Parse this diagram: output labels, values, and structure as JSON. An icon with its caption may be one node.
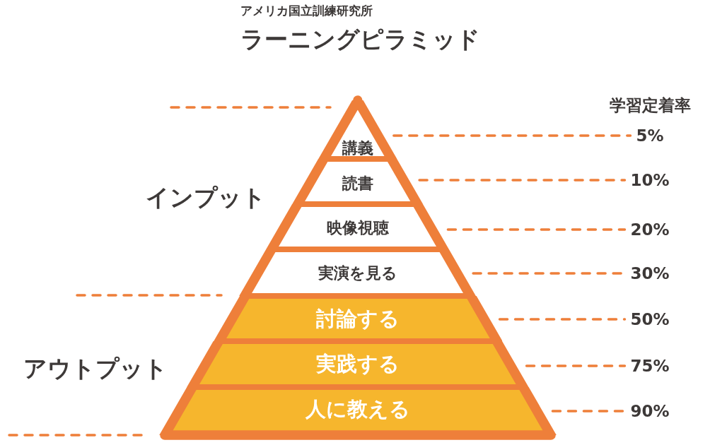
{
  "diagram": {
    "title": "ラーニングピラミッド",
    "nodes": [
      {
        "text": [
          "講義"
        ]
      },
      {
        "text": [
          "読書"
        ]
      },
      {
        "text": [
          "映像視聴"
        ]
      },
      {
        "text": [
          "実演を見る"
        ]
      },
      {
        "text": [
          "討論する"
        ]
      },
      {
        "text": [
          "実践する"
        ]
      },
      {
        "text": [
          "人に教える"
        ]
      },
      {
        "text": [
          "5%"
        ]
      },
      {
        "text": [
          "10%"
        ]
      },
      {
        "text": [
          "20%"
        ]
      },
      {
        "text": [
          "30%"
        ]
      },
      {
        "text": [
          "50%"
        ]
      },
      {
        "text": [
          "75%"
        ]
      },
      {
        "text": [
          "90%"
        ]
      }
    ],
    "edges": [
      {
        "from": 0,
        "to": 7,
        "arrow": "none",
        "style": "dashed"
      },
      {
        "from": 1,
        "to": 8,
        "arrow": "none",
        "style": "dashed"
      },
      {
        "from": 2,
        "to": 9,
        "arrow": "none",
        "style": "dashed"
      },
      {
        "from": 3,
        "to": 10,
        "arrow": "none",
        "style": "dashed"
      },
      {
        "from": 4,
        "to": 11,
        "arrow": "none",
        "style": "dashed"
      },
      {
        "from": 5,
        "to": 12,
        "arrow": "none",
        "style": "dashed"
      },
      {
        "from": 6,
        "to": 13,
        "arrow": "none",
        "style": "dashed"
      }
    ],
    "labels": [
      "アメリカ国立訓練研究所",
      "学習定着率",
      "インプット",
      "アウトプット"
    ]
  }
}
